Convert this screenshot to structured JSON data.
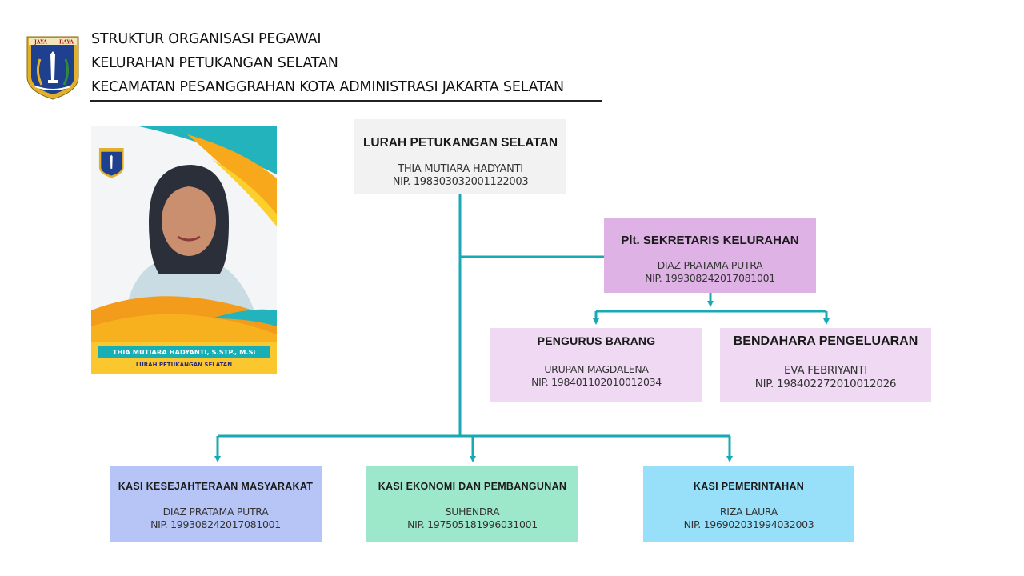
{
  "header": {
    "line1": "STRUKTUR ORGANISASI PEGAWAI",
    "line2": "KELURAHAN PETUKANGAN SELATAN",
    "line3": "KECAMATAN PESANGGRAHAN KOTA ADMINISTRASI JAKARTA SELATAN",
    "emblem_text": [
      "JAYA",
      "RAYA"
    ]
  },
  "photo_card": {
    "name": "THIA MUTIARA HADYANTI, S.STP., M.Si",
    "role": "LURAH PETUKANGAN SELATAN"
  },
  "boxes": {
    "lurah": {
      "title": "LURAH PETUKANGAN SELATAN",
      "name": "THIA MUTIARA HADYANTI",
      "nip": "NIP. 198303032001122003",
      "color": "#f2f2f2"
    },
    "sekretaris": {
      "title": "Plt. SEKRETARIS KELURAHAN",
      "name": "DIAZ PRATAMA PUTRA",
      "nip": "NIP. 199308242017081001",
      "color": "#dfb2e6"
    },
    "pengurus_barang": {
      "title": "PENGURUS BARANG",
      "name": "URUPAN MAGDALENA",
      "nip": "NIP. 198401102010012034",
      "color": "#efd9f3"
    },
    "bendahara": {
      "title": "BENDAHARA PENGELUARAN",
      "name": "EVA FEBRIYANTI",
      "nip": "NIP. 198402272010012026",
      "color": "#efd9f3"
    },
    "kasi_kesra": {
      "title": "KASI KESEJAHTERAAN MASYARAKAT",
      "name": "DIAZ PRATAMA PUTRA",
      "nip": "NIP. 199308242017081001",
      "color": "#b6c5f5"
    },
    "kasi_ekobang": {
      "title": "KASI EKONOMI DAN PEMBANGUNAN",
      "name": "SUHENDRA",
      "nip": "NIP. 197505181996031001",
      "color": "#9de8cb"
    },
    "kasi_pemerintahan": {
      "title": "KASI PEMERINTAHAN",
      "name": "RIZA LAURA",
      "nip": "NIP. 196902031994032003",
      "color": "#98e0f9"
    }
  },
  "colors": {
    "connector": "#18aab4",
    "title_rule": "#222222"
  }
}
